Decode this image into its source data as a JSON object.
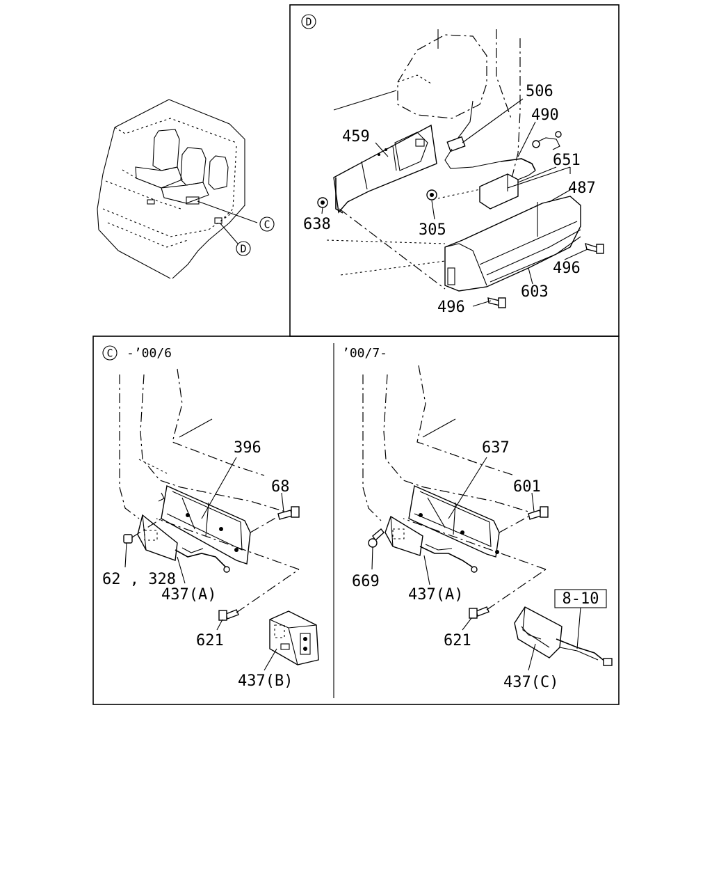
{
  "callouts": {
    "c": "C",
    "d": "D"
  },
  "panel_d": {
    "labels": {
      "p506": "506",
      "p490": "490",
      "p459": "459",
      "p651": "651",
      "p487": "487",
      "p638": "638",
      "p305": "305",
      "p496a": "496",
      "p603": "603",
      "p496b": "496"
    }
  },
  "panel_c_left": {
    "heading": "-’00/6",
    "labels": {
      "p396": "396",
      "p68": "68",
      "p62": "62 , 328",
      "p437a": "437(A)",
      "p621": "621",
      "p437b": "437(B)"
    }
  },
  "panel_c_right": {
    "heading": "’00/7-",
    "labels": {
      "p637": "637",
      "p601": "601",
      "p669": "669",
      "p437a": "437(A)",
      "p621": "621",
      "p810": "8-10",
      "p437c": "437(C)"
    }
  }
}
